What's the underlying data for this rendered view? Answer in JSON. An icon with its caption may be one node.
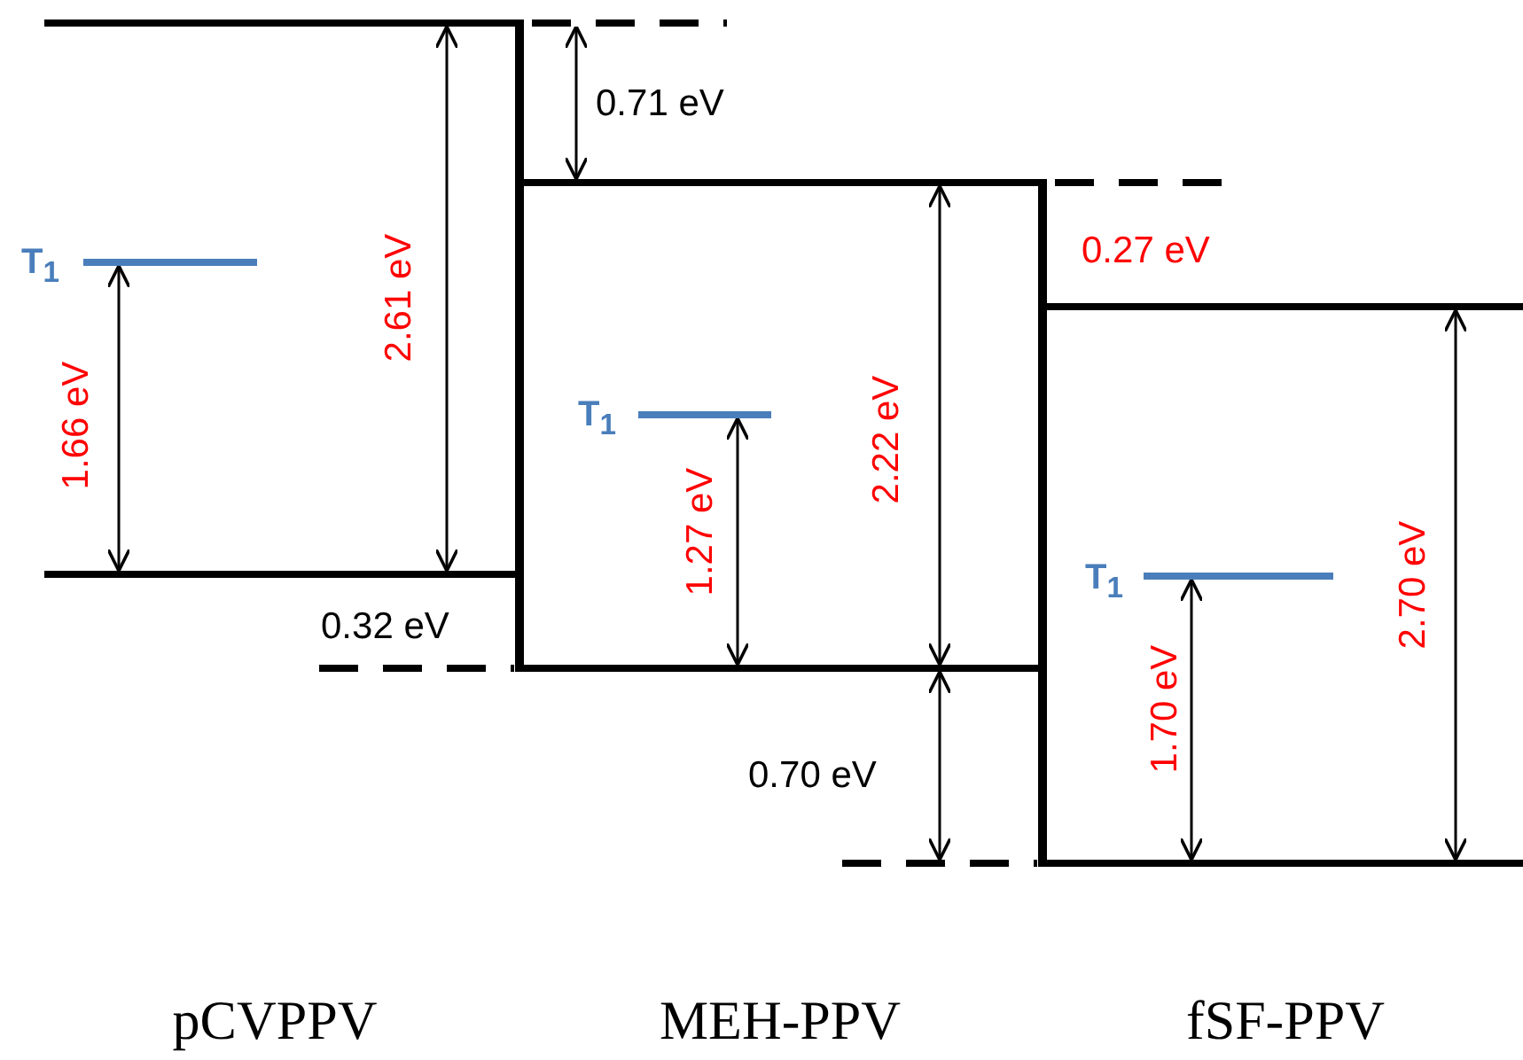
{
  "diagram": {
    "labels": [
      "0.71 eV",
      "T$_{1}$",
      "2.61 eV",
      "1.66 eV",
      "0.27 eV",
      "T$_{1}$",
      "2.22 eV",
      "1.27 eV",
      "T$_{1}$",
      "2.70 eV",
      "1.70 eV",
      "0.32 eV",
      "0.70 eV",
      "pCVPPV",
      "MEH-PPV",
      "fSF-PPV"
    ]
  }
}
